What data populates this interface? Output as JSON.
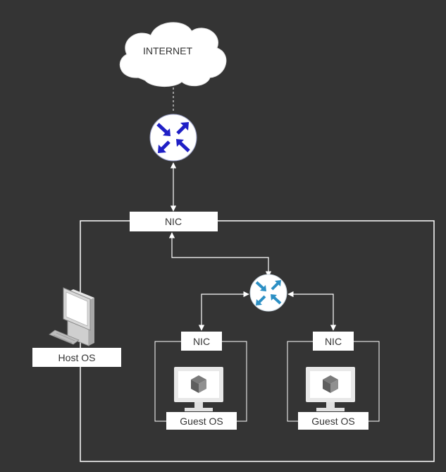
{
  "colors": {
    "background": "#343434",
    "lines": "#ffffff",
    "label_box_fill": "#ffffff",
    "label_text": "#333333",
    "router_icon_top": "#1f1fc6",
    "router_icon_bottom": "#2b8fc4",
    "cloud_fill": "#ffffff"
  },
  "diagram": {
    "cloud": {
      "label": "INTERNET",
      "icon": "cloud-icon"
    },
    "internet_router": {
      "icon": "router-icon"
    },
    "host_nic": {
      "label": "NIC"
    },
    "host": {
      "label": "Host OS",
      "icon": "desktop-computer-icon"
    },
    "virtual_switch": {
      "icon": "router-icon"
    },
    "guests": [
      {
        "nic_label": "NIC",
        "label": "Guest OS",
        "icon": "virtual-machine-monitor-icon"
      },
      {
        "nic_label": "NIC",
        "label": "Guest OS",
        "icon": "virtual-machine-monitor-icon"
      }
    ]
  }
}
